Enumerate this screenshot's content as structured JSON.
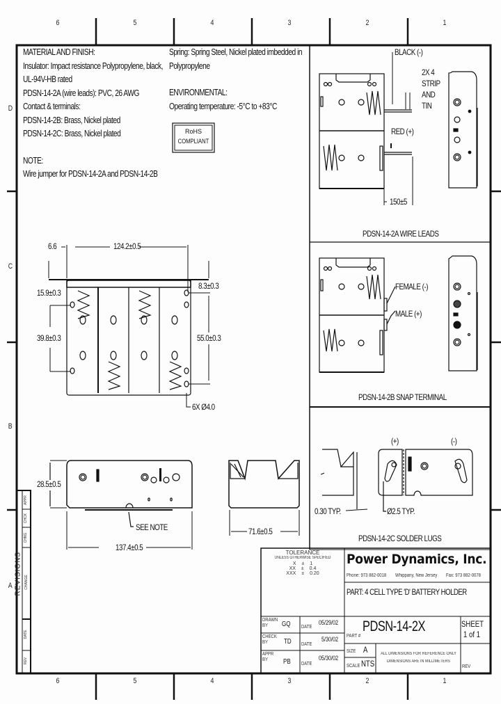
{
  "border": {
    "zone_columns_top": [
      "6",
      "5",
      "4",
      "3",
      "2",
      "1"
    ],
    "zone_columns_bottom": [
      "6",
      "5",
      "4",
      "3",
      "2",
      "1"
    ],
    "zone_rows": [
      "D",
      "C",
      "B",
      "A"
    ]
  },
  "notes": {
    "material_heading": "MATERIAL AND FINISH:",
    "material_lines": [
      "Insulator: Impact resistance Polypropylene, black,",
      "UL-94V-HB rated",
      "PDSN-14-2A (wire leads): PVC, 26 AWG",
      "Contact & terminals:",
      "PDSN-14-2B: Brass, Nickel plated",
      "PDSN-14-2C: Brass, Nickel plated"
    ],
    "note_heading": "NOTE:",
    "note_text": "Wire jumper for PDSN-14-2A and PDSN-14-2B",
    "spring_lines": [
      "Spring: Spring Steel, Nickel plated imbedded in",
      "Polypropylene"
    ],
    "environmental_heading": "ENVIRONMENTAL:",
    "environmental_text": "Operating temperature: -5°C to +83°C",
    "rohs_line1": "RoHS",
    "rohs_line2": "COMPLIANT"
  },
  "top_view": {
    "dim_left_offset": "6.6",
    "dim_width": "124.2±0.5",
    "dim_hole_top": "8.3±0.3",
    "dim_hole_left_top": "15.9±0.3",
    "dim_hole_left_spacing": "39.8±0.3",
    "dim_hole_right_spacing": "55.0±0.3",
    "dim_holes": "6X Ø4.0",
    "polarity_col1": [
      "⊖",
      "⊕"
    ],
    "polarity_col2": [
      "⊕",
      "⊖"
    ],
    "polarity_col3": [
      "⊖",
      "⊕"
    ],
    "polarity_col4": [
      "⊕",
      "⊖"
    ]
  },
  "side_view": {
    "dim_height": "28.5±0.5",
    "dim_length": "137.4±0.5",
    "see_note": "SEE NOTE"
  },
  "end_view": {
    "dim_width": "71.6±0.5"
  },
  "variant_a": {
    "label_black": "BLACK (-)",
    "label_strip_lines": [
      "2X 4",
      "STRIP",
      "AND",
      "TIN"
    ],
    "label_red": "RED (+)",
    "dim_lead": "150±5",
    "caption": "PDSN-14-2A WIRE LEADS"
  },
  "variant_b": {
    "label_female": "FEMALE (-)",
    "label_male": "MALE (+)",
    "caption": "PDSN-14-2B SNAP TERMINAL"
  },
  "variant_c": {
    "label_plus": "(+)",
    "label_minus": "(-)",
    "dim_thickness": "0.30 TYP.",
    "dim_hole": "Ø2.5 TYP.",
    "caption": "PDSN-14-2C SOLDER LUGS"
  },
  "revisions": {
    "title": "REVISIONS",
    "columns": [
      "REV",
      "DATE",
      "CHANGE",
      "CHNG",
      "CHCK",
      "APPR"
    ]
  },
  "title_block": {
    "tolerance_heading": "TOLERANCE",
    "tolerance_sub": "UNLESS OTHERWISE SPECIFIED",
    "tolerances": [
      {
        "places": "X",
        "sign": "±",
        "value": "1"
      },
      {
        "places": "XX",
        "sign": "±",
        "value": "0.4"
      },
      {
        "places": "XXX",
        "sign": "±",
        "value": "0.20"
      }
    ],
    "company": "Power Dynamics, Inc.",
    "phone": "Phone: 973 882-0018",
    "location": "Whippany, New Jersey",
    "fax": "Fax: 973 882-0078",
    "part_desc": "PART: 4 CELL TYPE 'D' BATTERY HOLDER",
    "drawn_label": "DRAWN BY",
    "drawn_by": "GQ",
    "drawn_date_label": "DATE",
    "drawn_date": "05/29/02",
    "check_label": "CHECK BY",
    "check_by": "TD",
    "check_date_label": "DATE",
    "check_date": "5/30/02",
    "appr_label": "APPR BY",
    "appr_by": "PB",
    "appr_date_label": "DATE",
    "appr_date": "05/30/02",
    "part_no_label": "PART #",
    "part_no": "PDSN-14-2X",
    "sheet_label": "SHEET",
    "sheet_value": "1 of 1",
    "size_label": "SIZE",
    "size_value": "A",
    "scale_label": "SCALE",
    "scale_value": "NTS",
    "dim_note_1": "ALL DIMENSIONS FOR REFERENCE ONLY",
    "dim_note_2": "DIMENSIONS ARE IN MILLIMETERS",
    "rev_label": "REV"
  }
}
